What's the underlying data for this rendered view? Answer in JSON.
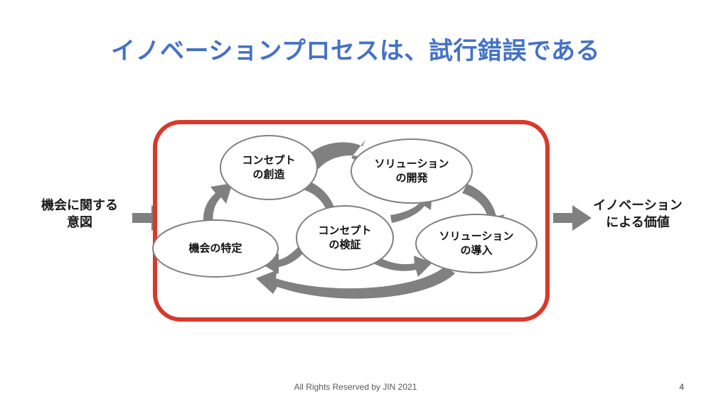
{
  "slide": {
    "title": "イノベーションプロセスは、試行錯誤である",
    "title_color": "#4472C4",
    "background_color": "#FFFFFF"
  },
  "diagram": {
    "container": {
      "border_color": "#D9382B",
      "fill_color": "#FFFFFF",
      "label": "innovation-process-loop"
    },
    "input_label": {
      "line1": "機会に関する",
      "line2": "意図"
    },
    "output_label": {
      "line1": "イノベーション",
      "line2": "による価値"
    },
    "arrow_color": "#808080",
    "ellipse_stroke_color": "#808080",
    "nodes": [
      {
        "id": "opportunity-identification",
        "line1": "機会の特定",
        "line2": ""
      },
      {
        "id": "concept-creation",
        "line1": "コンセプト",
        "line2": "の創造"
      },
      {
        "id": "solution-development",
        "line1": "ソリューション",
        "line2": "の開発"
      },
      {
        "id": "concept-validation",
        "line1": "コンセプト",
        "line2": "の検証"
      },
      {
        "id": "solution-implementation",
        "line1": "ソリューション",
        "line2": "の導入"
      }
    ]
  },
  "footer": {
    "copyright": "All Rights Reserved by JIN 2021",
    "page_number": "4"
  }
}
